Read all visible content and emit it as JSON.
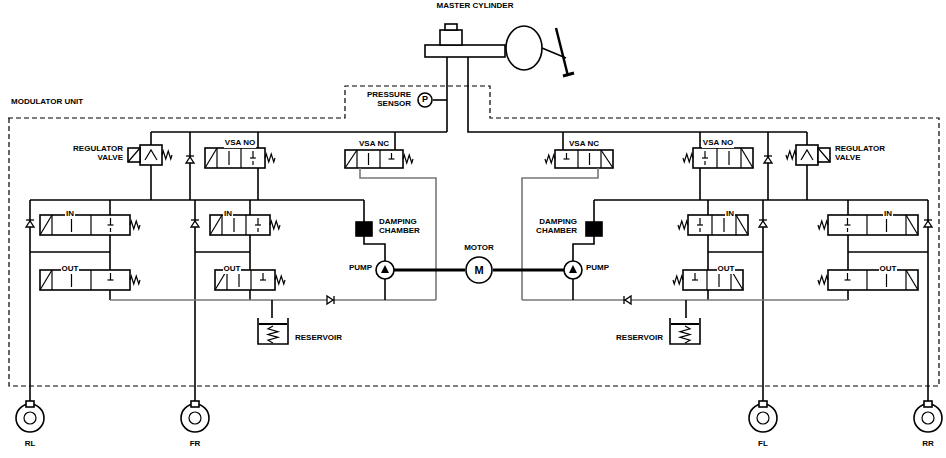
{
  "diagram": {
    "nodes": [
      {
        "text": [
          "MODULATOR UNIT"
        ]
      },
      {
        "text": [
          "P"
        ],
        "in": 0
      },
      {
        "text": [
          "M"
        ],
        "in": 0
      }
    ],
    "labels": [
      "MASTER CYLINDER",
      "PRESSURE SENSOR",
      "REGULATOR VALVE",
      "VSA NO",
      "VSA NC",
      "VSA NC",
      "VSA NO",
      "REGULATOR VALVE",
      "IN",
      "IN",
      "IN",
      "IN",
      "DAMPING CHAMBER",
      "DAMPING CHAMBER",
      "MOTOR",
      "PUMP",
      "PUMP",
      "OUT",
      "OUT",
      "OUT",
      "OUT",
      "RESERVOIR",
      "RESERVOIR",
      "RL",
      "FR",
      "FL",
      "RR"
    ]
  }
}
